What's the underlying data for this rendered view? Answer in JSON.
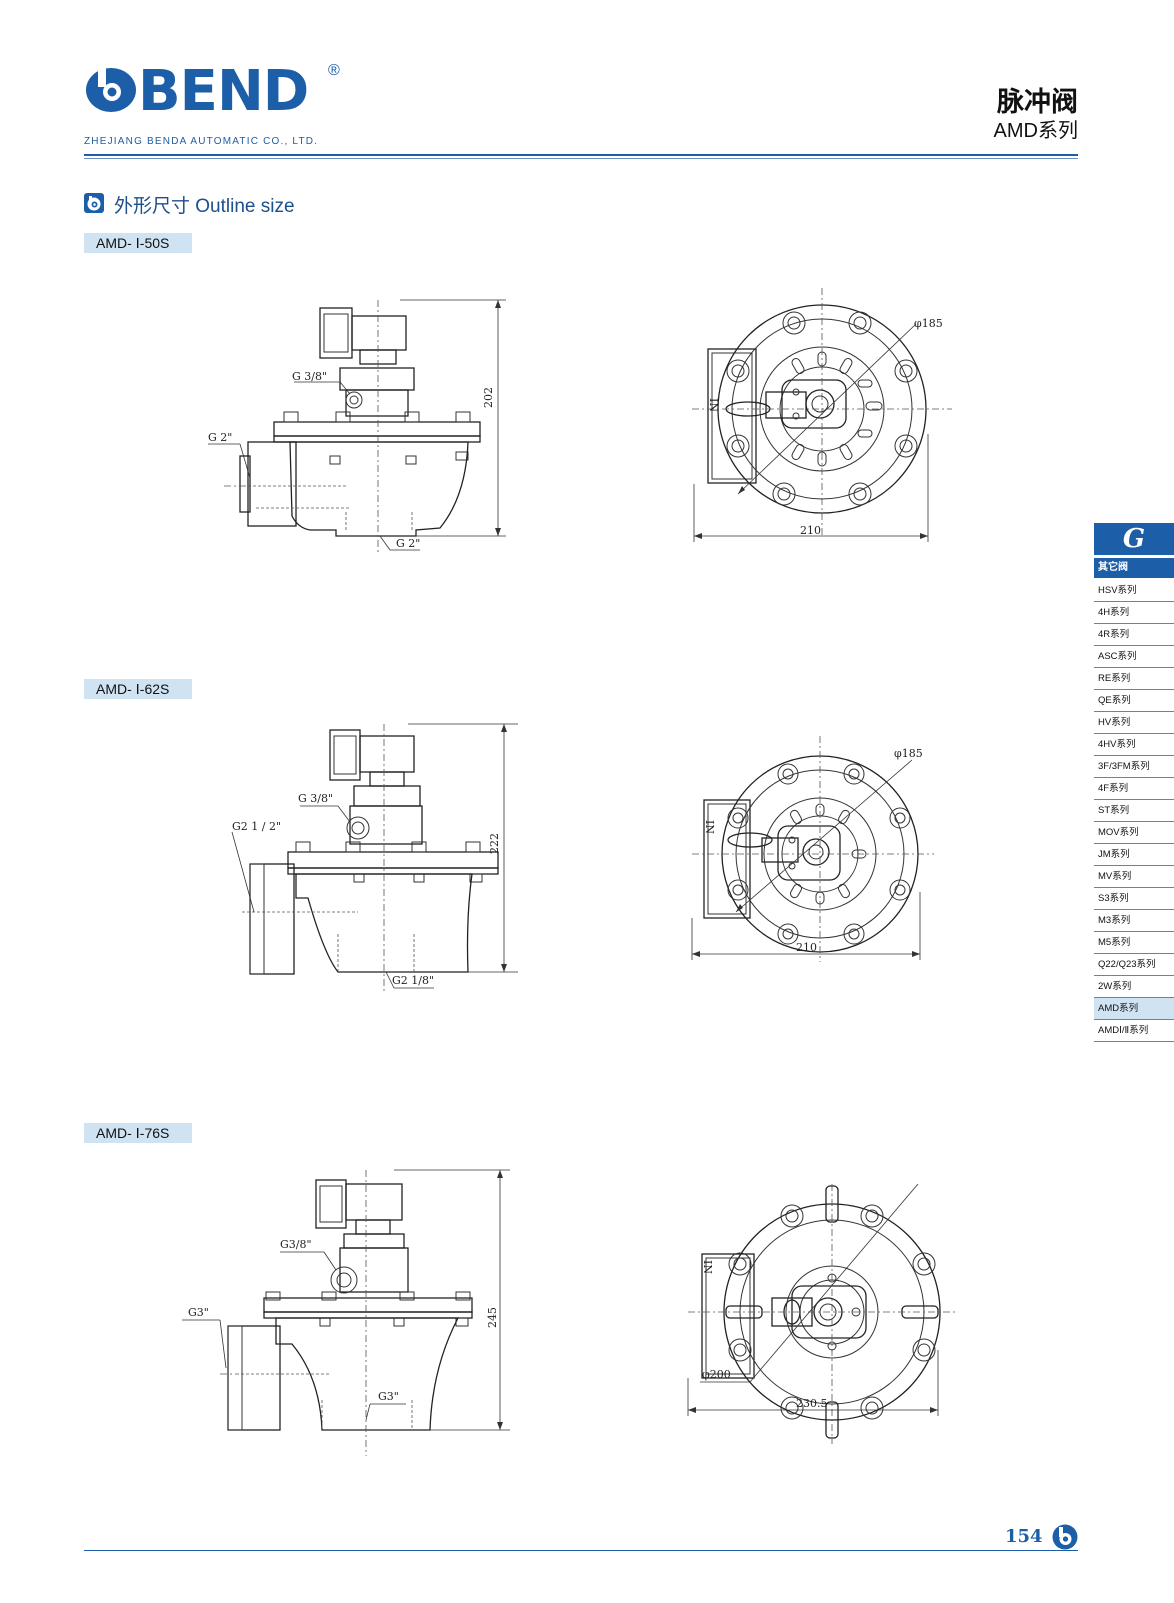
{
  "header": {
    "brand": "BEND",
    "registered_mark": "®",
    "company": "ZHEJIANG BENDA  AUTOMATIC CO., LTD.",
    "title_cn": "脉冲阀",
    "series": "AMD系列",
    "brand_color": "#1d5ea8"
  },
  "section": {
    "icon": "brand-b-icon",
    "title": "外形尺寸  Outline size"
  },
  "models": [
    {
      "name": "AMD- Ⅰ-50S",
      "side_view": {
        "top_port": "G 3/8\"",
        "inlet": "G 2\"",
        "outlet": "G 2\"",
        "height": "202"
      },
      "top_view": {
        "inlet_mark": "IN",
        "diameter": "φ185",
        "width": "210"
      }
    },
    {
      "name": "AMD- Ⅰ-62S",
      "side_view": {
        "top_port": "G 3/8\"",
        "inlet": "G2 1 / 2\"",
        "outlet": "G2 1/8\"",
        "height": "222"
      },
      "top_view": {
        "inlet_mark": "IN",
        "diameter": "φ185",
        "width": "210"
      }
    },
    {
      "name": "AMD- Ⅰ-76S",
      "side_view": {
        "top_port": "G3/8\"",
        "inlet": "G3\"",
        "outlet": "G3\"",
        "height": "245"
      },
      "top_view": {
        "inlet_mark": "IN",
        "diameter": "φ200",
        "width": "230.5"
      }
    }
  ],
  "side_tab": {
    "letter": "G",
    "category": "其它阀",
    "items": [
      "HSV系列",
      "4H系列",
      "4R系列",
      "ASC系列",
      "RE系列",
      "QE系列",
      "HV系列",
      "4HV系列",
      "3F/3FM系列",
      "4F系列",
      "ST系列",
      "MOV系列",
      "JM系列",
      "MV系列",
      "S3系列",
      "M3系列",
      "M5系列",
      "Q22/Q23系列",
      "2W系列",
      "AMD系列",
      "AMDⅠ/Ⅱ系列"
    ],
    "active": "AMD系列",
    "active_color": "#cfe3f3"
  },
  "footer": {
    "page_number": "154"
  }
}
